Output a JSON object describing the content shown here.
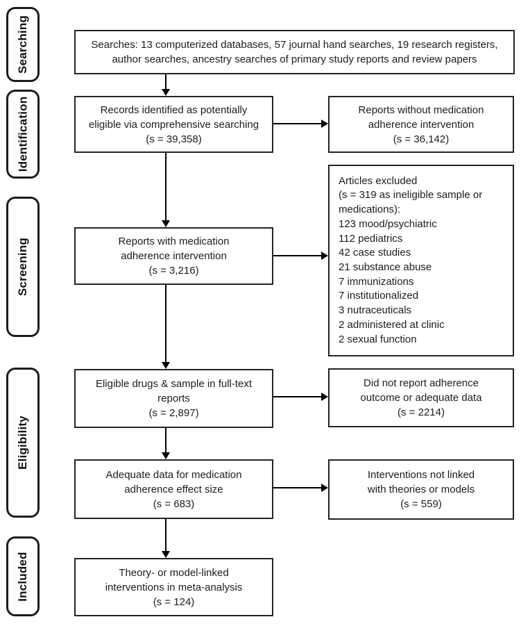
{
  "colors": {
    "background": "#ffffff",
    "box_border": "#242424",
    "stage_border": "#1c1c1c",
    "text": "#1c1c1c",
    "arrow": "#000000"
  },
  "sidebar": {
    "stages": [
      {
        "label": "Searching"
      },
      {
        "label": "Identification"
      },
      {
        "label": "Screening"
      },
      {
        "label": "Eligibility"
      },
      {
        "label": "Included"
      }
    ]
  },
  "boxes": {
    "searches": {
      "lines": [
        "Searches: 13 computerized databases, 57 journal hand searches, 19 research registers,",
        "author searches, ancestry searches of primary study reports and review papers"
      ]
    },
    "records": {
      "lines": [
        "Records identified as potentially",
        "eligible via comprehensive searching",
        "(s = 39,358)"
      ]
    },
    "reports_with": {
      "lines": [
        "Reports with medication",
        "adherence intervention",
        "(s = 3,216)"
      ]
    },
    "eligible": {
      "lines": [
        "Eligible drugs & sample in full-text",
        "reports",
        "(s = 2,897)"
      ]
    },
    "adequate": {
      "lines": [
        "Adequate data for medication",
        "adherence effect size",
        "(s = 683)"
      ]
    },
    "theory": {
      "lines": [
        "Theory- or model-linked",
        "interventions in meta-analysis",
        "(s = 124)"
      ]
    },
    "reports_without": {
      "lines": [
        "Reports without medication",
        "adherence intervention",
        "(s = 36,142)"
      ]
    },
    "articles_excluded": {
      "lines": [
        "Articles excluded",
        "(s = 319 as ineligible sample or",
        "medications):",
        "123 mood/psychiatric",
        "112 pediatrics",
        "42 case studies",
        "21 substance abuse",
        "7 immunizations",
        "7 institutionalized",
        "3 nutraceuticals",
        "2 administered at clinic",
        "2 sexual function"
      ]
    },
    "did_not_report": {
      "lines": [
        "Did not report adherence",
        "outcome or adequate data",
        "(s = 2214)"
      ]
    },
    "interventions_not_linked": {
      "lines": [
        "Interventions not linked",
        "with theories or models",
        "(s = 559)"
      ]
    }
  }
}
